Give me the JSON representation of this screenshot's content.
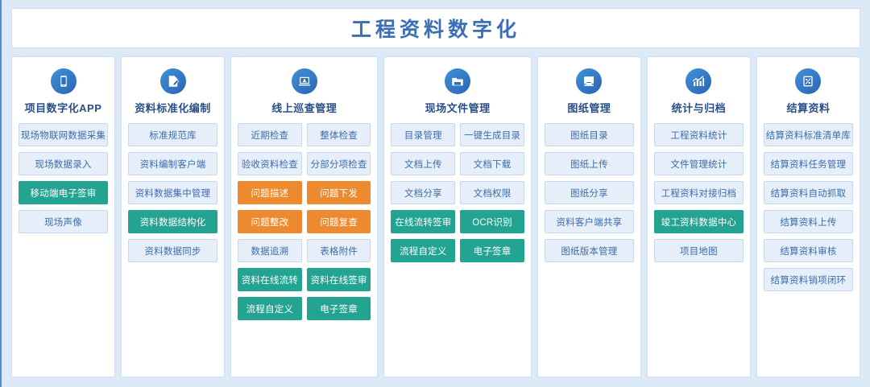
{
  "header": {
    "title": "工程资料数字化"
  },
  "colors": {
    "page_background": "#dce9f7",
    "card_background": "#ffffff",
    "title_color": "#3b6fb5",
    "item_blue_bg": "#e5eef9",
    "item_blue_text": "#3d6cab",
    "item_green_bg": "#23a392",
    "item_orange_bg": "#ed8a2f",
    "icon_circle": "#2b7ccb"
  },
  "columns": [
    {
      "icon": "mobile-phone-icon",
      "title": "项目数字化APP",
      "layout": "single",
      "width": "narrow",
      "items": [
        {
          "label": "现场物联网数据采集",
          "style": "blue"
        },
        {
          "label": "现场数据录入",
          "style": "blue"
        },
        {
          "label": "移动端电子签审",
          "style": "green"
        },
        {
          "label": "现场声像",
          "style": "blue"
        }
      ]
    },
    {
      "icon": "document-edit-icon",
      "title": "资料标准化编制",
      "layout": "single",
      "width": "narrow",
      "items": [
        {
          "label": "标准规范库",
          "style": "blue"
        },
        {
          "label": "资料编制客户端",
          "style": "blue"
        },
        {
          "label": "资料数据集中管理",
          "style": "blue"
        },
        {
          "label": "资料数据结构化",
          "style": "green"
        },
        {
          "label": "资料数据同步",
          "style": "blue"
        }
      ]
    },
    {
      "icon": "laptop-monitor-icon",
      "title": "线上巡查管理",
      "layout": "dual",
      "width": "wide",
      "items": [
        {
          "label": "近期检查",
          "style": "blue"
        },
        {
          "label": "整体检查",
          "style": "blue"
        },
        {
          "label": "验收资料检查",
          "style": "blue"
        },
        {
          "label": "分部分项检查",
          "style": "blue"
        },
        {
          "label": "问题描述",
          "style": "orange"
        },
        {
          "label": "问题下发",
          "style": "orange"
        },
        {
          "label": "问题整改",
          "style": "orange"
        },
        {
          "label": "问题复查",
          "style": "orange"
        },
        {
          "label": "数据追溯",
          "style": "blue"
        },
        {
          "label": "表格附件",
          "style": "blue"
        },
        {
          "label": "资料在线流转",
          "style": "green"
        },
        {
          "label": "资料在线签审",
          "style": "green"
        },
        {
          "label": "流程自定义",
          "style": "green"
        },
        {
          "label": "电子签章",
          "style": "green"
        }
      ]
    },
    {
      "icon": "folder-icon",
      "title": "现场文件管理",
      "layout": "dual",
      "width": "wide",
      "items": [
        {
          "label": "目录管理",
          "style": "blue"
        },
        {
          "label": "一键生成目录",
          "style": "blue"
        },
        {
          "label": "文档上传",
          "style": "blue"
        },
        {
          "label": "文档下载",
          "style": "blue"
        },
        {
          "label": "文档分享",
          "style": "blue"
        },
        {
          "label": "文档权限",
          "style": "blue"
        },
        {
          "label": "在线流转签审",
          "style": "green"
        },
        {
          "label": "OCR识别",
          "style": "green"
        },
        {
          "label": "流程自定义",
          "style": "green"
        },
        {
          "label": "电子签章",
          "style": "green"
        }
      ]
    },
    {
      "icon": "blueprint-icon",
      "title": "图纸管理",
      "layout": "single",
      "width": "narrow",
      "items": [
        {
          "label": "图纸目录",
          "style": "blue"
        },
        {
          "label": "图纸上传",
          "style": "blue"
        },
        {
          "label": "图纸分享",
          "style": "blue"
        },
        {
          "label": "资料客户端共享",
          "style": "blue"
        },
        {
          "label": "图纸版本管理",
          "style": "blue"
        }
      ]
    },
    {
      "icon": "bar-chart-icon",
      "title": "统计与归档",
      "layout": "single",
      "width": "narrow",
      "items": [
        {
          "label": "工程资料统计",
          "style": "blue"
        },
        {
          "label": "文件管理统计",
          "style": "blue"
        },
        {
          "label": "工程资料对接归档",
          "style": "blue"
        },
        {
          "label": "竣工资料数据中心",
          "style": "green"
        },
        {
          "label": "项目地图",
          "style": "blue"
        }
      ]
    },
    {
      "icon": "percent-calculator-icon",
      "title": "结算资料",
      "layout": "single",
      "width": "narrow",
      "items": [
        {
          "label": "结算资料标准清单库",
          "style": "blue"
        },
        {
          "label": "结算资料任务管理",
          "style": "blue"
        },
        {
          "label": "结算资料自动抓取",
          "style": "blue"
        },
        {
          "label": "结算资料上传",
          "style": "blue"
        },
        {
          "label": "结算资料审核",
          "style": "blue"
        },
        {
          "label": "结算资料销项闭环",
          "style": "blue"
        }
      ]
    }
  ]
}
